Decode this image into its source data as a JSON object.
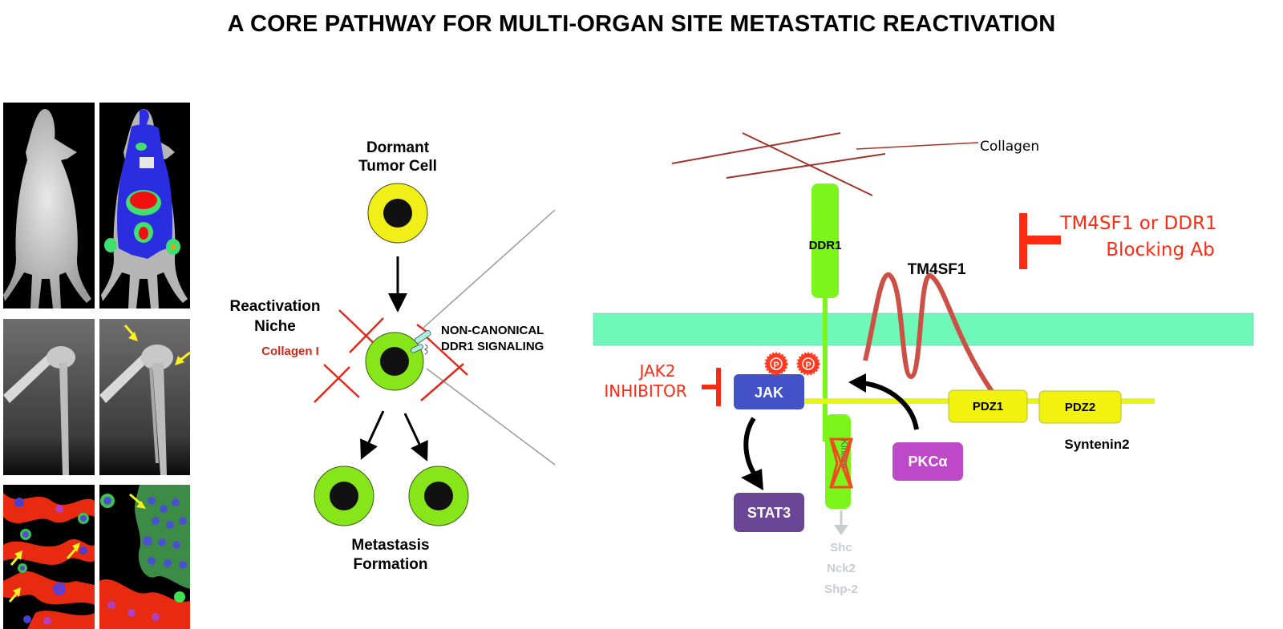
{
  "title": "A CORE PATHWAY FOR MULTI-ORGAN SITE METASTATIC REACTIVATION",
  "image_panels": [
    {
      "id": "mouse-brightfield",
      "description": "mouse whole-body image"
    },
    {
      "id": "mouse-bioluminescence",
      "description": "mouse bioluminescence signal overlay"
    },
    {
      "id": "xray-control",
      "description": "leg bone x-ray"
    },
    {
      "id": "xray-lesion",
      "description": "leg bone x-ray with lesion arrows"
    },
    {
      "id": "lung-if-single-cells",
      "description": "lung immunofluorescence with single cells"
    },
    {
      "id": "lung-if-colony",
      "description": "lung immunofluorescence with metastatic colony"
    }
  ],
  "cell_diagram": {
    "dormant_label_line1": "Dormant",
    "dormant_label_line2": "Tumor Cell",
    "niche_label_line1": "Reactivation",
    "niche_label_line2": "Niche",
    "collagen_label": "Collagen I",
    "signaling_label_line1": "NON-CANONICAL",
    "signaling_label_line2": "DDR1 SIGNALING",
    "outcome_label_line1": "Metastasis",
    "outcome_label_line2": "Formation"
  },
  "pathway": {
    "collagen_label": "Collagen",
    "ddr1_label": "DDR1",
    "tm4sf1_label": "TM4SF1",
    "blocking_label_line1": "TM4SF1 or DDR1",
    "blocking_label_line2": "Blocking Ab",
    "jak_inhibitor_line1": "JAK2",
    "jak_inhibitor_line2": "INHIBITOR",
    "jak_label": "JAK",
    "phospho_label": "P",
    "stat3_label": "STAT3",
    "kinase_label": "Kinase",
    "pkc_label": "PKCα",
    "pdz1_label": "PDZ1",
    "pdz2_label": "PDZ2",
    "syntenin_label": "Syntenin2",
    "downstream": [
      "Shc",
      "Nck2",
      "Shp-2"
    ]
  },
  "colors": {
    "membrane": "#6ff7b8",
    "ddr1_green": "#7cf51a",
    "collagen_brown": "#a0342a",
    "tm4sf1": "#cc5045",
    "inhibitor_red": "#ff2a12",
    "jak_blue": "#4452c8",
    "stat3_purple": "#6a4696",
    "pkc_magenta": "#bd48c8",
    "pdz_yellow": "#f2f20f",
    "dormant_yellow": "#f0f018",
    "active_green": "#86e61a",
    "faded_gray": "#c8ccd0"
  }
}
